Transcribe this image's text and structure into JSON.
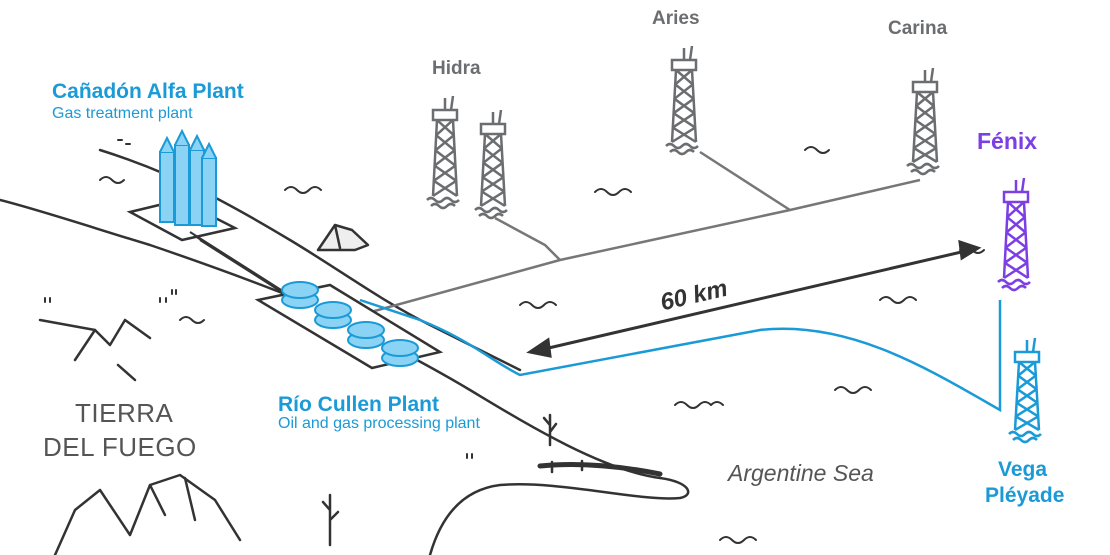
{
  "labels": {
    "canadon_title": "Cañadón Alfa Plant",
    "canadon_sub": "Gas treatment plant",
    "rio_title": "Río Cullen Plant",
    "rio_sub": "Oil and gas processing plant",
    "region_line1": "TIERRA",
    "region_line2": "DEL FUEGO",
    "sea": "Argentine Sea",
    "distance": "60 km",
    "hidra": "Hidra",
    "aries": "Aries",
    "carina": "Carina",
    "fenix": "Fénix",
    "vega_line1": "Vega",
    "vega_line2": "Pléyade"
  },
  "colors": {
    "blue": "#1a9ad6",
    "grey": "#6b6e70",
    "purple": "#7b3fe4",
    "dark": "#333333"
  }
}
